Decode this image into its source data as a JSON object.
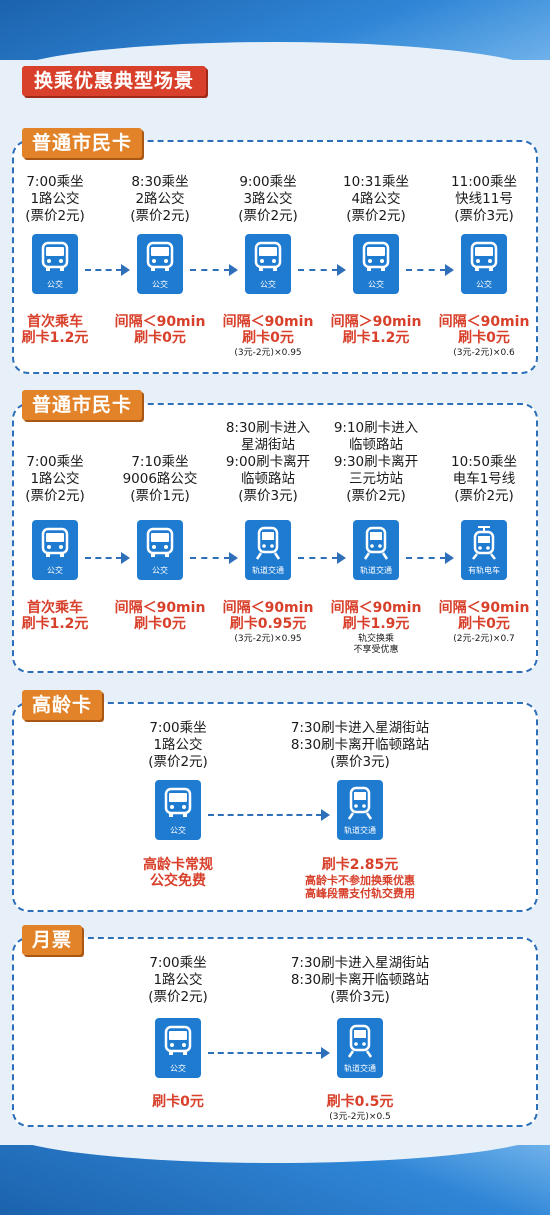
{
  "title": "换乘优惠典型场景",
  "sections": [
    {
      "label": "普通市民卡",
      "steps": [
        {
          "lines": [
            "7:00乘坐",
            "1路公交",
            "(票价2元)"
          ],
          "icon": "bus-icon",
          "tile_label": "公交",
          "result": [
            "首次乘车",
            "刷卡1.2元"
          ],
          "note": ""
        },
        {
          "lines": [
            "8:30乘坐",
            "2路公交",
            "(票价2元)"
          ],
          "icon": "bus-icon",
          "tile_label": "公交",
          "result": [
            "间隔＜90min",
            "刷卡0元"
          ],
          "note": ""
        },
        {
          "lines": [
            "9:00乘坐",
            "3路公交",
            "(票价2元)"
          ],
          "icon": "bus-icon",
          "tile_label": "公交",
          "result": [
            "间隔＜90min",
            "刷卡0元"
          ],
          "note": "(3元-2元)×0.95"
        },
        {
          "lines": [
            "10:31乘坐",
            "4路公交",
            "(票价2元)"
          ],
          "icon": "bus-icon",
          "tile_label": "公交",
          "result": [
            "间隔＞90min",
            "刷卡1.2元"
          ],
          "note": ""
        },
        {
          "lines": [
            "11:00乘坐",
            "快线11号",
            "(票价3元)"
          ],
          "icon": "bus-icon",
          "tile_label": "公交",
          "result": [
            "间隔＜90min",
            "刷卡0元"
          ],
          "note": "(3元-2元)×0.6"
        }
      ]
    },
    {
      "label": "普通市民卡",
      "steps": [
        {
          "lines": [
            "7:00乘坐",
            "1路公交",
            "(票价2元)"
          ],
          "icon": "bus-icon",
          "tile_label": "公交",
          "result": [
            "首次乘车",
            "刷卡1.2元"
          ],
          "note": ""
        },
        {
          "lines": [
            "7:10乘坐",
            "9006路公交",
            "(票价1元)"
          ],
          "icon": "bus-icon",
          "tile_label": "公交",
          "result": [
            "间隔＜90min",
            "刷卡0元"
          ],
          "note": ""
        },
        {
          "lines": [
            "8:30刷卡进入",
            "星湖街站",
            "9:00刷卡离开",
            "临顿路站",
            "(票价3元)"
          ],
          "icon": "metro-icon",
          "tile_label": "轨道交通",
          "result": [
            "间隔＜90min",
            "刷卡0.95元"
          ],
          "note": "(3元-2元)×0.95"
        },
        {
          "lines": [
            "9:10刷卡进入",
            "临顿路站",
            "9:30刷卡离开",
            "三元坊站",
            "(票价2元)"
          ],
          "icon": "metro-icon",
          "tile_label": "轨道交通",
          "result": [
            "间隔＜90min",
            "刷卡1.9元"
          ],
          "note": "轨交换乘\n不享受优惠"
        },
        {
          "lines": [
            "10:50乘坐",
            "电车1号线",
            "(票价2元)"
          ],
          "icon": "tram-icon",
          "tile_label": "有轨电车",
          "result": [
            "间隔＜90min",
            "刷卡0元"
          ],
          "note": "(2元-2元)×0.7"
        }
      ]
    },
    {
      "label": "高龄卡",
      "steps": [
        {
          "lines": [
            "7:00乘坐",
            "1路公交",
            "(票价2元)"
          ],
          "icon": "bus-icon",
          "tile_label": "公交",
          "result": [
            "高龄卡常规",
            "公交免费"
          ],
          "note": ""
        },
        {
          "lines": [
            "7:30刷卡进入星湖街站",
            "8:30刷卡离开临顿路站",
            "(票价3元)"
          ],
          "icon": "metro-icon",
          "tile_label": "轨道交通",
          "result": [
            "刷卡2.85元"
          ],
          "note": "高龄卡不参加换乘优惠\n高峰段需支付轨交费用"
        }
      ]
    },
    {
      "label": "月票",
      "steps": [
        {
          "lines": [
            "7:00乘坐",
            "1路公交",
            "(票价2元)"
          ],
          "icon": "bus-icon",
          "tile_label": "公交",
          "result": [
            "刷卡0元"
          ],
          "note": ""
        },
        {
          "lines": [
            "7:30刷卡进入星湖街站",
            "8:30刷卡离开临顿路站",
            "(票价3元)"
          ],
          "icon": "metro-icon",
          "tile_label": "轨道交通",
          "result": [
            "刷卡0.5元"
          ],
          "note": "(3元-2元)×0.5"
        }
      ]
    }
  ],
  "colors": {
    "accent_red": "#d8402b",
    "accent_orange": "#e2832a",
    "tile_blue": "#1f7bd0",
    "border_blue": "#2d6fb8"
  }
}
